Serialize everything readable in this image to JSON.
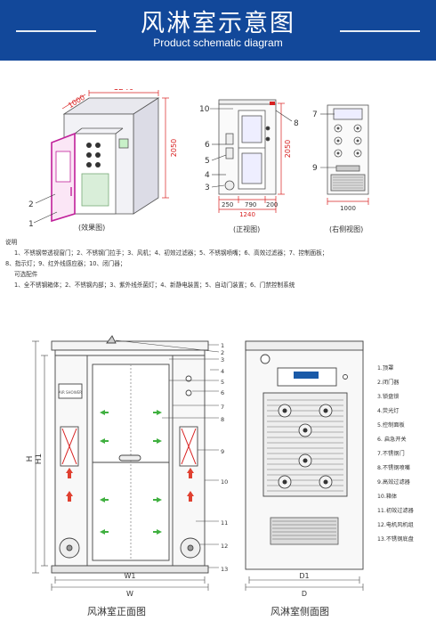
{
  "banner": {
    "title_cn": "风淋室示意图",
    "title_en": "Product schematic diagram",
    "bg_color": "#12489a"
  },
  "top_diagram": {
    "effect_view": {
      "caption": "(效果图)",
      "dim_width": "1240",
      "dim_depth": "1000",
      "dim_height": "2050",
      "callouts": [
        "1",
        "2"
      ]
    },
    "front_view": {
      "caption": "(正视图)",
      "dim_height": "2050",
      "dim_left": "250",
      "dim_mid": "790",
      "dim_right": "200",
      "dim_total": "1240",
      "callouts": [
        "10",
        "8",
        "6",
        "5",
        "4",
        "3"
      ]
    },
    "right_view": {
      "caption": "(右侧视图)",
      "dim_depth": "1000",
      "callouts": [
        "7",
        "9"
      ]
    }
  },
  "notes": {
    "heading": "说明",
    "line1": "1、不锈钢带透视窗门；2、不锈钢门拉手；3、风机；4、初效过滤器；5、不锈钢喷嘴；6、高效过滤器；7、控制面板；",
    "line2": "8、指示灯；9、红外线感应器；10、闭门器；",
    "optional_heading": "可选配件",
    "optional_line": "1、全不锈钢箱体；2、不锈钢内部；3、紫外线杀菌灯；4、新静电装置；5、自动门装置；6、门禁控制系统"
  },
  "bottom_diagram": {
    "front_caption": "风淋室正面图",
    "side_caption": "风淋室侧面图",
    "front_callouts": [
      "1",
      "2",
      "3",
      "4",
      "5",
      "6",
      "7",
      "8",
      "9",
      "10",
      "11",
      "12",
      "13"
    ],
    "dim_labels": {
      "h": "H",
      "h1": "H1",
      "w1": "W1",
      "w": "W",
      "d1": "D1",
      "d": "D"
    },
    "panel_label": "AIR SHOWER",
    "legend": [
      "1.顶罩",
      "2.闭门器",
      "3.锁盘锁",
      "4.荧光灯",
      "5.控制面板",
      "6. 启急开关",
      "7.不锈钢门",
      "8.不锈钢喷嘴",
      "9.高效过滤器",
      "10.箱体",
      "11.初效过滤器",
      "12.电机风机组",
      "13.不锈钢底盘"
    ]
  },
  "colors": {
    "line": "#333333",
    "dim_red": "#d82020",
    "door_magenta": "#c0209a",
    "arrow_green": "#40b040",
    "arrow_red": "#e04030",
    "panel_blue": "#1a5aa8"
  }
}
